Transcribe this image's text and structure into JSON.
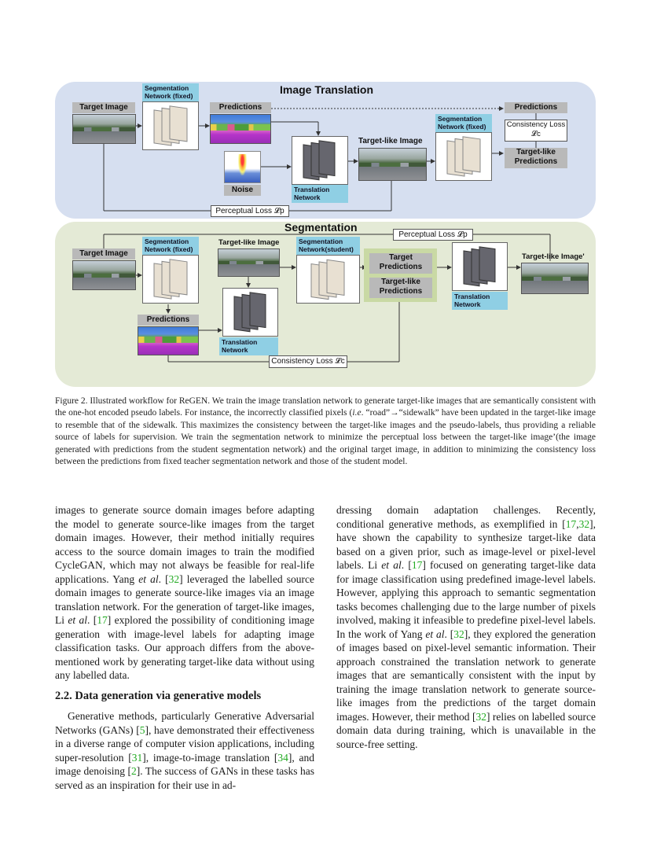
{
  "figure": {
    "top_panel": {
      "title": "Image Translation",
      "target_image": "Target Image",
      "seg_net": "Segmentation Network (fixed)",
      "predictions": "Predictions",
      "noise": "Noise",
      "translation_net": "Translation Network",
      "target_like_image": "Target-like Image",
      "seg_net_right": "Segmentation Network (fixed)",
      "predictions_right": "Predictions",
      "consistency_loss": "Consistency Loss 𝓛c",
      "target_like_predictions": "Target-like Predictions",
      "perceptual_loss": "Perceptual Loss 𝓛p"
    },
    "bottom_panel": {
      "title": "Segmentation",
      "target_image": "Target Image",
      "seg_net": "Segmentation Network (fixed)",
      "target_like_image": "Target-like Image",
      "seg_net_student": "Segmentation Network(student)",
      "target_predictions": "Target Predictions",
      "target_like_predictions": "Target-like Predictions",
      "translation_net_right": "Translation Network",
      "target_like_image_prime": "Target-like Image'",
      "predictions": "Predictions",
      "translation_net": "Translation Network",
      "perceptual_loss": "Perceptual Loss 𝓛p",
      "consistency_loss": "Consistency Loss 𝓛c"
    }
  },
  "caption": {
    "part1": "Figure 2. Illustrated workflow for ReGEN. We train the image translation network to generate target-like images that are semantically consistent with the one-hot encoded pseudo labels. For instance, the incorrectly classified pixels (",
    "ie": "i.e",
    "part2": ". “road”→“sidewalk” have been updated in the target-like image to resemble that of the sidewalk. This maximizes the consistency between the target-like images and the pseudo-labels, thus providing a reliable source of labels for supervision. We train the segmentation network to minimize the perceptual loss between the target-like image’(the image generated with predictions from the student segmentation network) and the original target image, in addition to minimizing the consistency loss between the predictions from fixed teacher segmentation network and those of the student model."
  },
  "left_column": {
    "p1_a": "images to generate source domain images before adapting the model to generate source-like images from the target domain images. However, their method initially requires access to the source domain images to train the modified CycleGAN, which may not always be feasible for real-life applications. Yang ",
    "p1_etal1": "et al",
    "p1_b": ". [",
    "p1_c32a": "32",
    "p1_c": "] leveraged the labelled source domain images to generate source-like images via an image translation network. For the generation of target-like images, Li ",
    "p1_etal2": "et al",
    "p1_d": ". [",
    "p1_c17": "17",
    "p1_e": "] explored the possibility of conditioning image generation with image-level labels for adapting image classification tasks. Our approach differs from the above-mentioned work by generating target-like data without using any labelled data.",
    "section_title": "2.2. Data generation via generative models",
    "p2_a": "Generative methods, particularly Generative Adversarial Networks (GANs) [",
    "p2_c5": "5",
    "p2_b": "], have demonstrated their effectiveness in a diverse range of computer vision applications, including super-resolution [",
    "p2_c31": "31",
    "p2_c": "], image-to-image translation [",
    "p2_c34": "34",
    "p2_d": "], and image denoising [",
    "p2_c2": "2",
    "p2_e": "]. The success of GANs in these tasks has served as an inspiration for their use in ad-"
  },
  "right_column": {
    "a": "dressing domain adaptation challenges. Recently, conditional generative methods, as exemplified in [",
    "c17a": "17",
    "c32a": "32",
    "b": "], have shown the capability to synthesize target-like data based on a given prior, such as image-level or pixel-level labels. Li ",
    "etal1": "et al",
    "c": ". [",
    "c17b": "17",
    "d": "] focused on generating target-like data for image classification using predefined image-level labels. However, applying this approach to semantic segmentation tasks becomes challenging due to the large number of pixels involved, making it infeasible to predefine pixel-level labels. In the work of Yang ",
    "etal2": "et al",
    "e": ". [",
    "c32b": "32",
    "f": "], they explored the generation of images based on pixel-level semantic information. Their approach constrained the translation network to generate images that are semantically consistent with the input by training the image translation network to generate source-like images from the predictions of the target domain images. However, their method [",
    "c32c": "32",
    "g": "] relies on labelled source domain data during training, which is unavailable in the source-free setting."
  }
}
